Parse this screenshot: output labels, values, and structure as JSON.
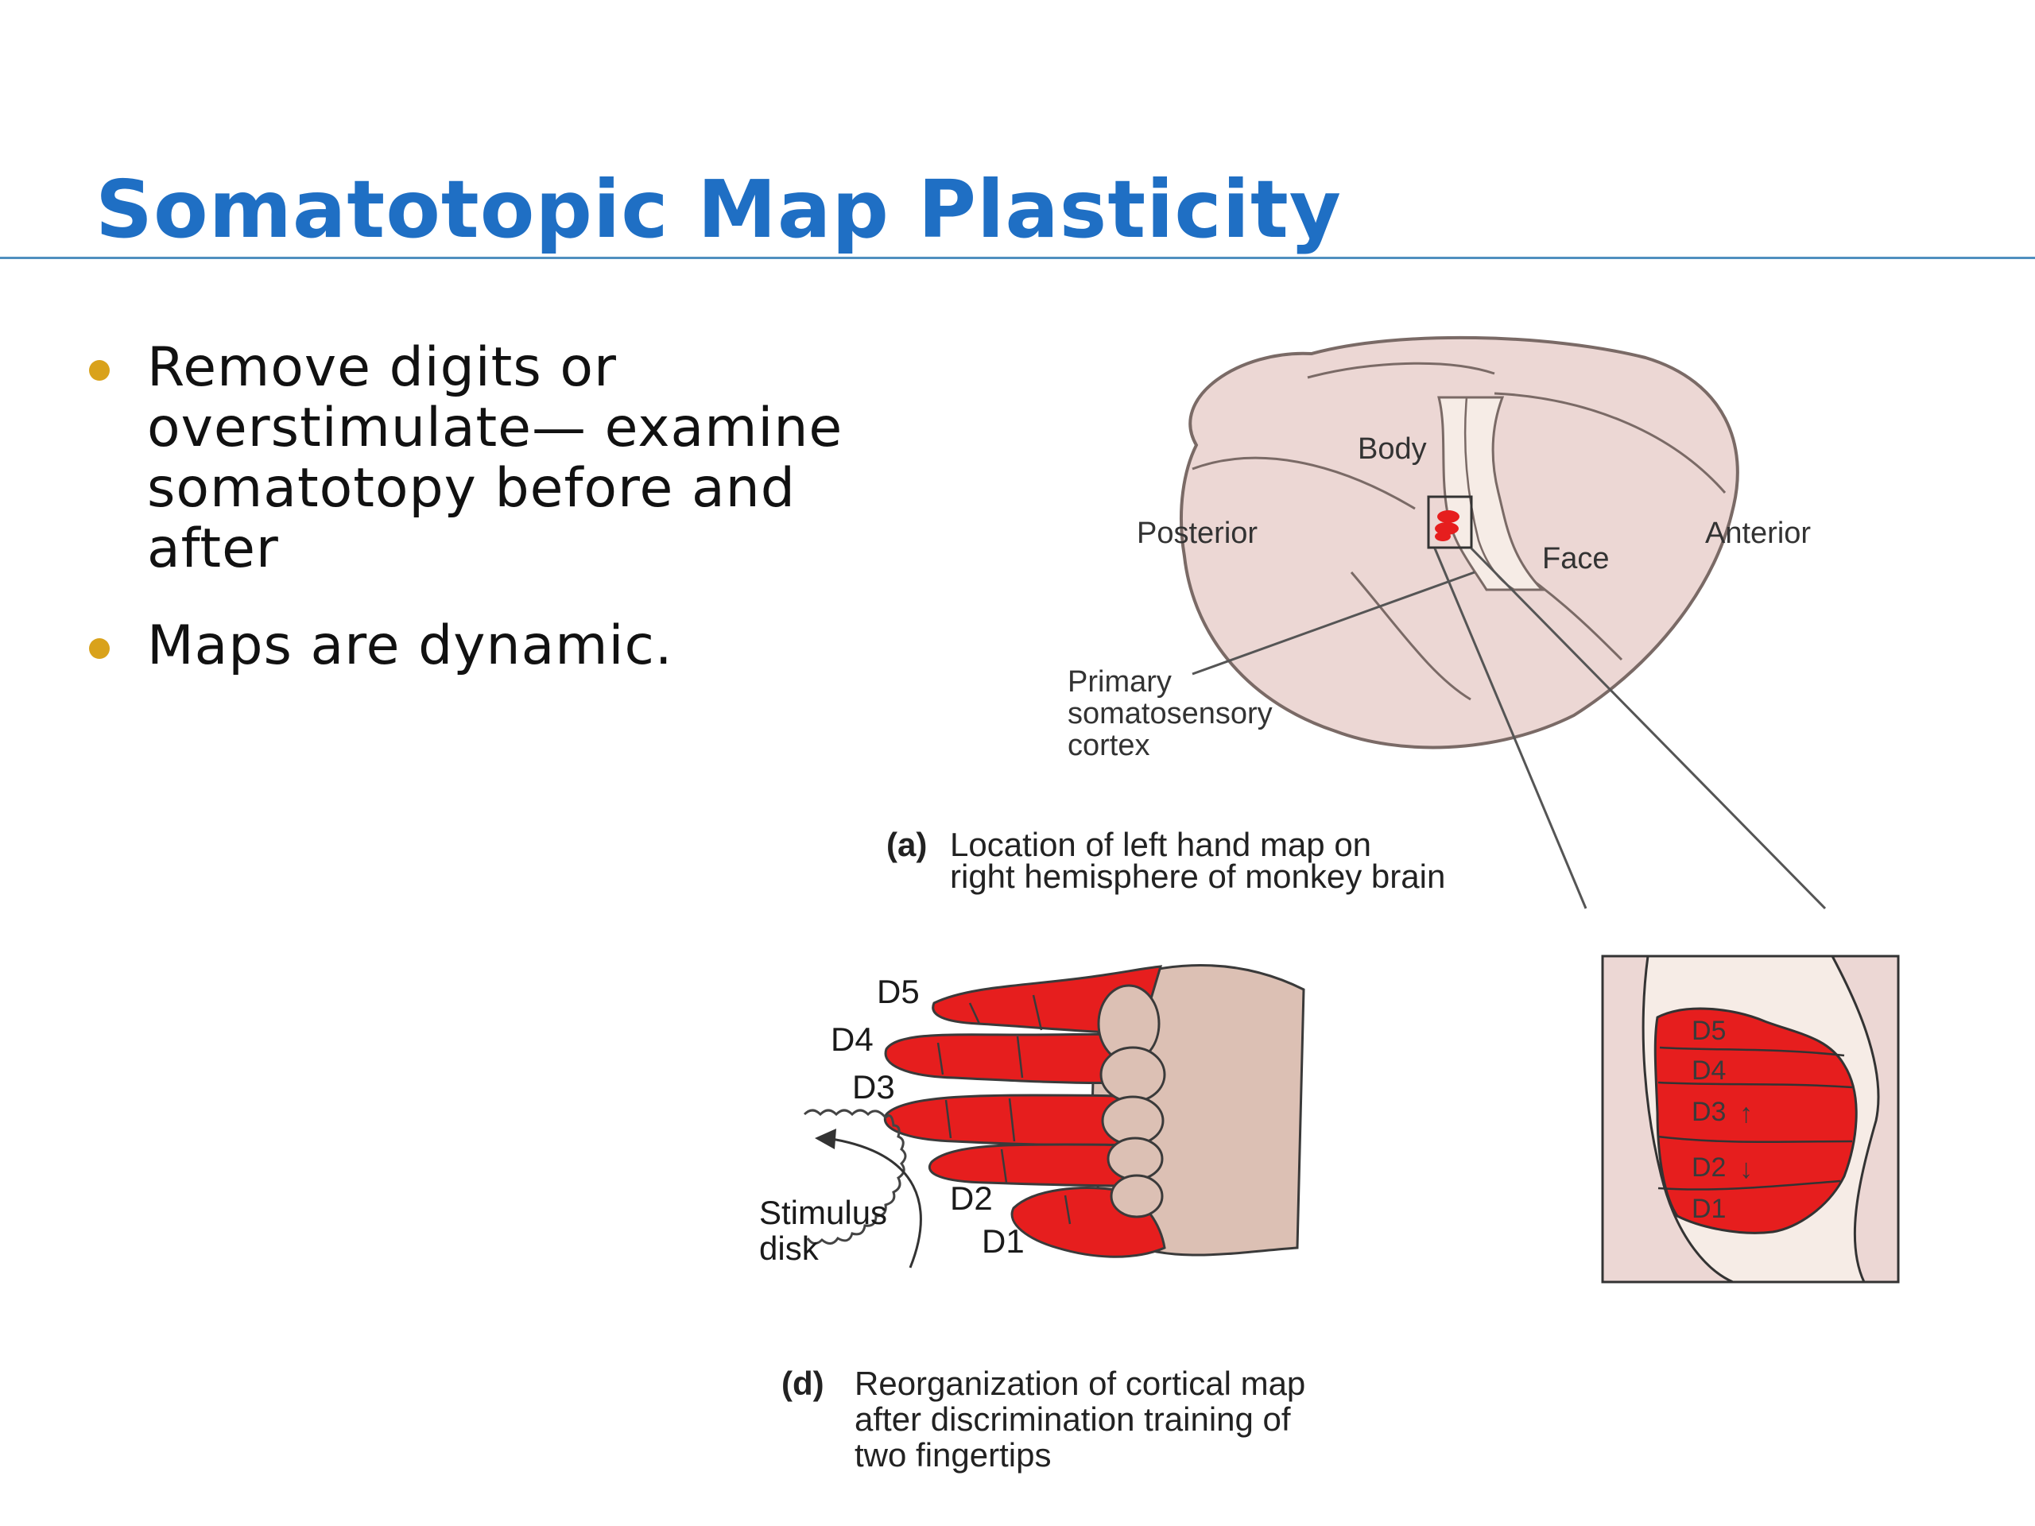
{
  "slide": {
    "title": "Somatotopic Map Plasticity",
    "bullets": [
      "Remove digits or overstimulate— examine somatotopy before and after",
      "Maps are dynamic."
    ]
  },
  "figure_a": {
    "labels": {
      "body": "Body",
      "posterior": "Posterior",
      "anterior": "Anterior",
      "face": "Face",
      "cortex_line1": "Primary",
      "cortex_line2": "somatosensory",
      "cortex_line3": "cortex"
    },
    "caption_letter": "(a)",
    "caption_line1": "Location of left hand map on",
    "caption_line2": "right hemisphere of monkey brain"
  },
  "figure_d": {
    "digit_labels": [
      "D5",
      "D4",
      "D3",
      "D2",
      "D1"
    ],
    "stimulus_line1": "Stimulus",
    "stimulus_line2": "disk",
    "caption_letter": "(d)",
    "caption_line1": "Reorganization of cortical map",
    "caption_line2": "after discrimination training of",
    "caption_line3": "two fingertips"
  },
  "inset": {
    "labels": [
      "D5",
      "D4",
      "D3",
      "D2",
      "D1"
    ],
    "arrow_up_symbol": "↑",
    "arrow_down_symbol": "↓"
  },
  "colors": {
    "title": "#1f6fc4",
    "bullet": "#d9a21b",
    "brain": "#ecd7d4",
    "map_red": "#e61e1e",
    "hand": "#dcc0b4"
  }
}
